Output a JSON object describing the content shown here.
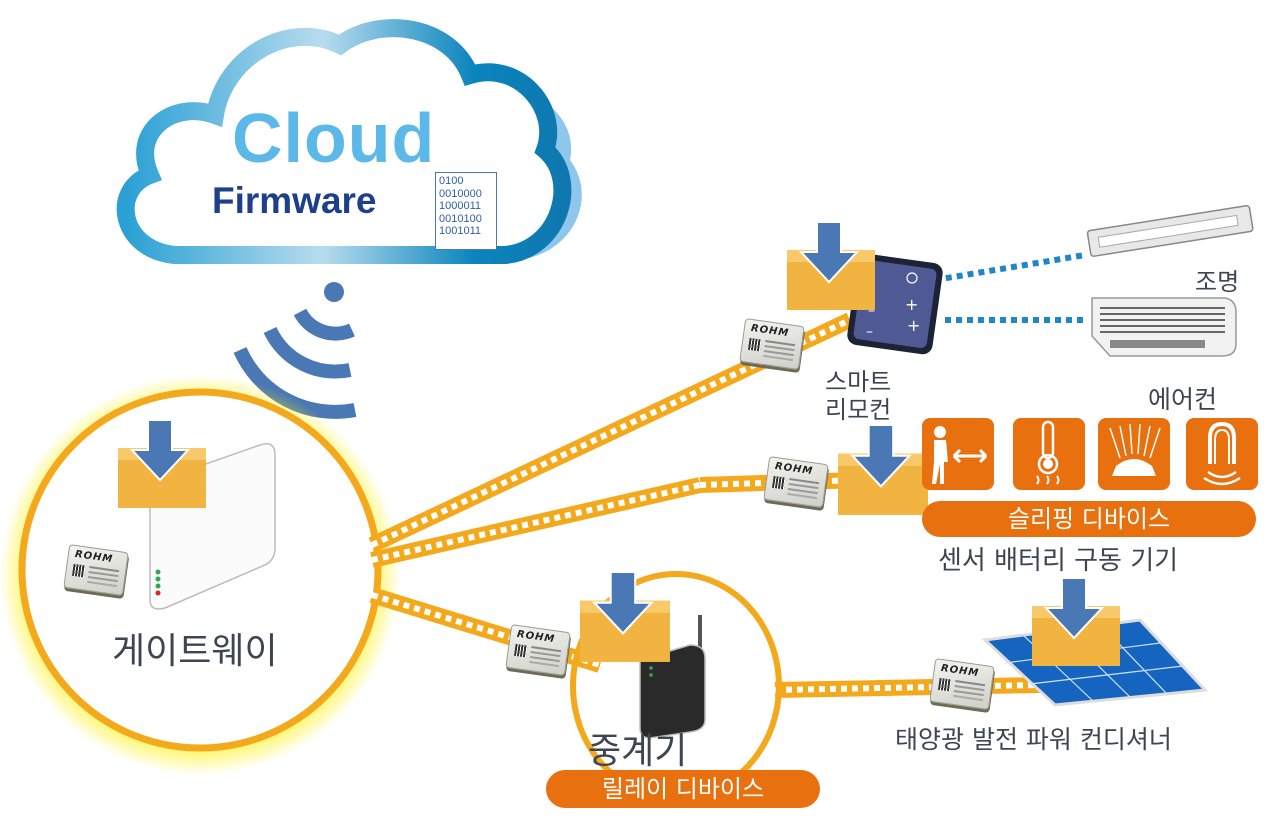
{
  "cloud": {
    "title": "Cloud",
    "subtitle": "Firmware",
    "binary_lines": [
      "0100",
      "0010000",
      "1000011",
      "0010100",
      "1001011"
    ]
  },
  "colors": {
    "orange": "#e8700e",
    "link_yellow": "#f4a81c",
    "arrow_blue": "#4a78b4",
    "cloud_blue": "#2e93c8",
    "firmware_navy": "#1e3f8c",
    "cloud_light": "#5bb8e8",
    "dotted_blue": "#1f86c8",
    "gateway_glow": "#fff000"
  },
  "gateway": {
    "label": "게이트웨이",
    "chip_brand": "ROHM"
  },
  "smart_remote": {
    "label_line1": "스마트",
    "label_line2": "리모컨",
    "chip_brand": "ROHM"
  },
  "appliances": {
    "light_label": "조명",
    "aircon_label": "에어컨"
  },
  "sleeping_devices": {
    "badge": "슬리핑 디바이스",
    "caption": "센서 배터리 구동 기기",
    "icons": [
      "human-proximity-icon",
      "thermometer-heat-icon",
      "illuminance-sensor-icon",
      "touch-sensor-icon"
    ],
    "chip_brand": "ROHM"
  },
  "relay": {
    "label": "중계기",
    "badge": "릴레이 디바이스",
    "chip_brand": "ROHM"
  },
  "solar": {
    "label": "태양광 발전 파워 컨디셔너",
    "chip_brand": "ROHM"
  }
}
